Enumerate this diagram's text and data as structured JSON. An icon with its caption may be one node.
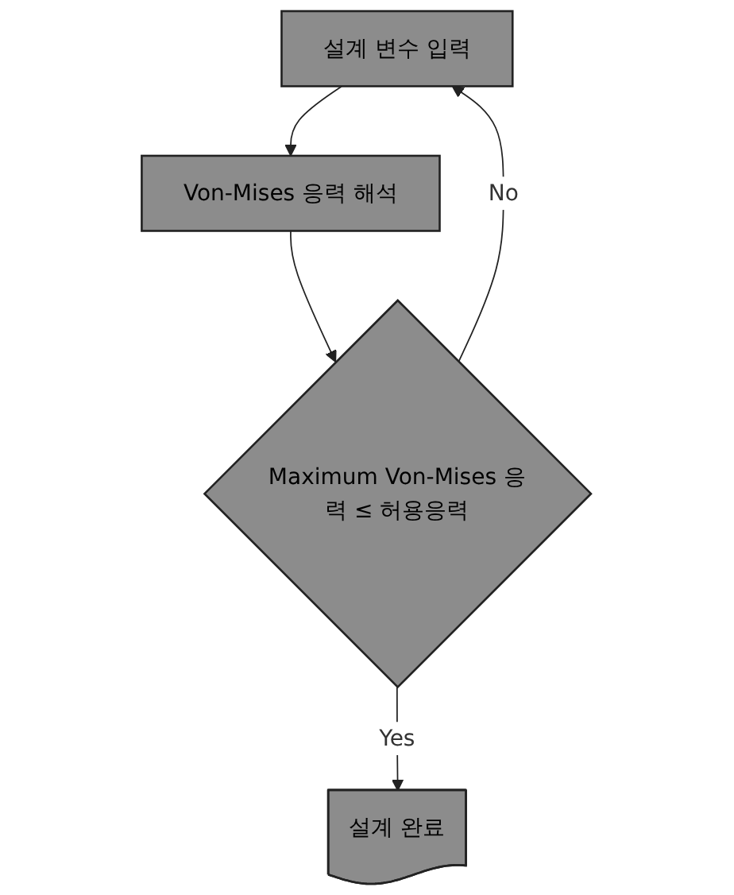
{
  "diagram": {
    "nodes": [
      {
        "text": [
          "설계 변수 입력"
        ]
      },
      {
        "text": [
          "Von-Mises 응력 해석"
        ]
      },
      {
        "text": [
          "Maximum Von-Mises 응력 ≤ 허용응력"
        ]
      },
      {
        "text": [
          "설계 완료"
        ]
      }
    ],
    "edges": [
      {
        "from": 0,
        "to": 1,
        "arrow": "to"
      },
      {
        "from": 1,
        "to": 2,
        "arrow": "to"
      },
      {
        "from": 2,
        "to": 0,
        "arrow": "to",
        "label": "No"
      },
      {
        "from": 2,
        "to": 3,
        "arrow": "to",
        "label": "Yes"
      }
    ]
  }
}
